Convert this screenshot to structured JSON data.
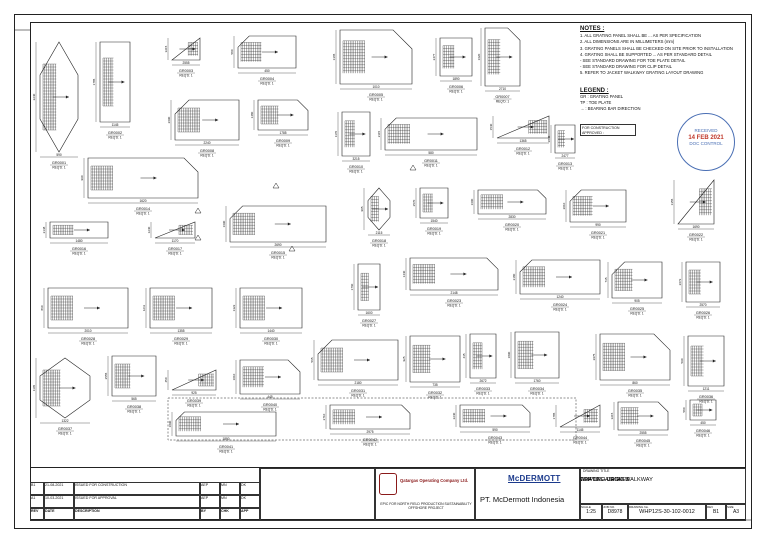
{
  "notes": {
    "heading": "NOTES :",
    "lines": [
      "1. ALL GRATING PANEL SHALL BE ... AS PER SPECIFICATION",
      "2. ALL DIMENSIONS ARE IN MILLIMETERS (mm)",
      "3. GRATING PANELS SHALL BE CHECKED ON SITE PRIOR TO INSTALLATION",
      "4. GRATING SHALL BE SUPPORTED ... AS PER STANDARD DETAIL",
      "   - SEE STANDARD DRAWING FOR TOE PLATE DETAIL",
      "   - SEE STANDARD DRAWING FOR CLIP DETAIL",
      "5. REFER TO JACKET WALKWAY GRATING LAYOUT DRAWING"
    ]
  },
  "legend": {
    "heading": "LEGEND :",
    "lines": [
      "GR : GRATING PANEL",
      "TP : TOE PLATE",
      "→ : BEARING BAR DIRECTION"
    ]
  },
  "stamp_box": {
    "line1": "FOR CONSTRUCTION",
    "line2": "APPROVED :"
  },
  "stamp": {
    "top": "RECEIVED",
    "date": "14 FEB 2021",
    "bottom": "DOC CONTROL"
  },
  "panels": [
    {
      "label": "GR0001",
      "qty": "REQ'D: 1"
    },
    {
      "label": "GR0002",
      "qty": "REQ'D: 1"
    },
    {
      "label": "GR0003",
      "qty": "REQ'D: 1"
    },
    {
      "label": "GR0004",
      "qty": "REQ'D: 1"
    },
    {
      "label": "GR0005",
      "qty": "REQ'D: 1"
    },
    {
      "label": "GR0006",
      "qty": "REQ'D: 1"
    },
    {
      "label": "GR0007",
      "qty": "REQ'D: 1"
    },
    {
      "label": "GR0008",
      "qty": "REQ'D: 1"
    },
    {
      "label": "GR0009",
      "qty": "REQ'D: 1"
    },
    {
      "label": "GR0010",
      "qty": "REQ'D: 1"
    },
    {
      "label": "GR0011",
      "qty": "REQ'D: 1"
    },
    {
      "label": "GR0012",
      "qty": "REQ'D: 1"
    },
    {
      "label": "GR0013",
      "qty": "REQ'D: 1"
    },
    {
      "label": "GR0014",
      "qty": "REQ'D: 1"
    },
    {
      "label": "GR0015",
      "qty": "REQ'D: 1"
    },
    {
      "label": "GR0016",
      "qty": "REQ'D: 1"
    },
    {
      "label": "GR0017",
      "qty": "REQ'D: 1"
    },
    {
      "label": "GR0018",
      "qty": "REQ'D: 1"
    },
    {
      "label": "GR0019",
      "qty": "REQ'D: 1"
    },
    {
      "label": "GR0020",
      "qty": "REQ'D: 1"
    },
    {
      "label": "GR0021",
      "qty": "REQ'D: 1"
    },
    {
      "label": "GR0022",
      "qty": "REQ'D: 1"
    },
    {
      "label": "GR0023",
      "qty": "REQ'D: 1"
    },
    {
      "label": "GR0024",
      "qty": "REQ'D: 1"
    },
    {
      "label": "GR0025",
      "qty": "REQ'D: 1"
    },
    {
      "label": "GR0026",
      "qty": "REQ'D: 1"
    },
    {
      "label": "GR0027",
      "qty": "REQ'D: 1"
    },
    {
      "label": "GR0028",
      "qty": "REQ'D: 1"
    },
    {
      "label": "GR0029",
      "qty": "REQ'D: 1"
    },
    {
      "label": "GR0030",
      "qty": "REQ'D: 1"
    },
    {
      "label": "GR0031",
      "qty": "REQ'D: 1"
    },
    {
      "label": "GR0032",
      "qty": "REQ'D: 1"
    },
    {
      "label": "GR0033",
      "qty": "REQ'D: 1"
    },
    {
      "label": "GR0034",
      "qty": "REQ'D: 1"
    },
    {
      "label": "GR0035",
      "qty": "REQ'D: 1"
    },
    {
      "label": "GR0036",
      "qty": "REQ'D: 1"
    },
    {
      "label": "GR0037",
      "qty": "REQ'D: 1"
    },
    {
      "label": "GR0038",
      "qty": "REQ'D: 1"
    },
    {
      "label": "GR0039",
      "qty": "REQ'D: 1"
    },
    {
      "label": "GR0040",
      "qty": "REQ'D: 1"
    },
    {
      "label": "GR0041",
      "qty": "REQ'D: 1"
    },
    {
      "label": "GR0042",
      "qty": "REQ'D: 1"
    },
    {
      "label": "GR0043",
      "qty": "REQ'D: 1"
    },
    {
      "label": "GR0044",
      "qty": "REQ'D: 1"
    },
    {
      "label": "GR0045",
      "qty": "REQ'D: 1"
    },
    {
      "label": "GR0046",
      "qty": "REQ'D: 1"
    },
    {
      "label": "GR0047",
      "qty": "REQ'D: 1"
    },
    {
      "label": "GR0048",
      "qty": "REQ'D: 1"
    },
    {
      "label": "GR0049",
      "qty": "REQ'D: 1"
    },
    {
      "label": "GR0050",
      "qty": "REQ'D: 1"
    },
    {
      "label": "GR0051",
      "qty": "REQ'D: 1"
    }
  ],
  "dims": [
    "590",
    "1145",
    "2555",
    "450",
    "1010",
    "1890",
    "2710",
    "2240",
    "1785",
    "3215",
    "580",
    "1365",
    "2477",
    "1620",
    "2690",
    "1480",
    "1170",
    "2115",
    "1540",
    "2830",
    "990",
    "1690",
    "2148",
    "1240",
    "905",
    "2570",
    "1600",
    "2010",
    "1355",
    "1440",
    "2180",
    "735",
    "2672",
    "1760",
    "860",
    "1211",
    "1322",
    "565",
    "925",
    "445",
    "1890",
    "2975"
  ],
  "revisions": [
    {
      "rev": "B1",
      "date": "21-08-2021",
      "desc": "ISSUED FOR CONSTRUCTION",
      "by": "AEP",
      "chk": "MN",
      "app": "DK"
    },
    {
      "rev": "A1",
      "date": "10-03-2021",
      "desc": "ISSUED FOR APPROVAL",
      "by": "AEP",
      "chk": "MN",
      "app": "DK"
    }
  ],
  "rev_headers": {
    "rev": "REV",
    "date": "DATE",
    "desc": "DESCRIPTION",
    "by": "BY",
    "chk": "CHK",
    "app": "APP"
  },
  "client": {
    "name": "Qatargas Operating Company Ltd.",
    "project": "EPIC FOR NORTH FIELD PRODUCTION SUSTAINABILITY OFFSHORE PROJECT"
  },
  "contractor": {
    "logo": "McDERMOTT",
    "name": "PT. McDermott Indonesia"
  },
  "title": {
    "label": "DRAWING TITLE",
    "line1": "WHP12S - JACKET",
    "line2": "TOP OF JACKET WALKWAY",
    "line3": "GRATING DETAILS"
  },
  "info": {
    "scale_label": "SCALE",
    "scale": "1:25",
    "job_label": "JOB NO.",
    "job": "D8978",
    "dwg_label": "DRAWING No.",
    "dwg": "WHP12S-30-102-0012",
    "rev_label": "REV",
    "rev": "B1",
    "size_label": "SIZE",
    "size": "A3"
  },
  "colors": {
    "line": "#222222",
    "stamp": "#4a6fb4",
    "stamp_date": "#c0392b",
    "brand": "#1b3a8c",
    "client": "#8a1a1a"
  }
}
